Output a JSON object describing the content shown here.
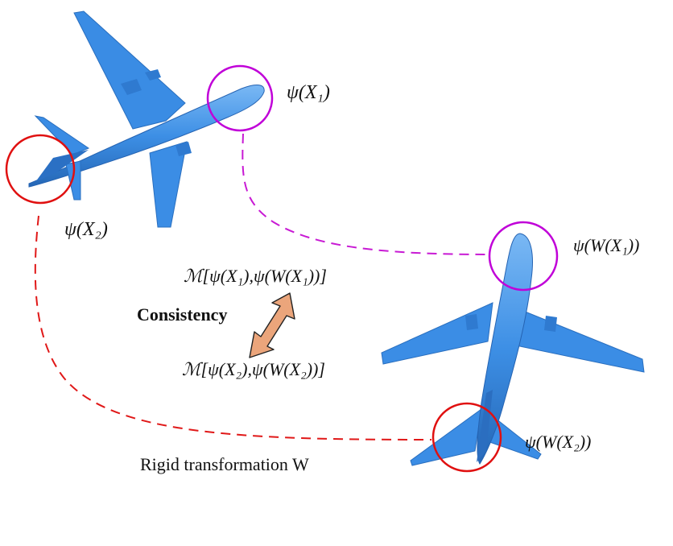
{
  "colors": {
    "plane_fill": "#3c8fe6",
    "plane_dark": "#2568b8",
    "plane_light": "#6fb2f2",
    "purple_circle": "#c000d8",
    "red_circle": "#e01018",
    "purple_dash": "#c81ad4",
    "red_dash": "#e01818",
    "arrow_fill": "#eba57b",
    "arrow_stroke": "#222222"
  },
  "labels": {
    "psi_x1": "ψ(X₁)",
    "psi_x2": "ψ(X₂)",
    "psi_w_x1": "ψ(W(X₁))",
    "psi_w_x2": "ψ(W(X₂))",
    "metric_top": "ℳ[ψ(X₁),ψ(W(X₁))]",
    "metric_bottom": "ℳ[ψ(X₂),ψ(W(X₂))]",
    "consistency": "Consistency",
    "rigid_transformation": "Rigid transformation W"
  }
}
